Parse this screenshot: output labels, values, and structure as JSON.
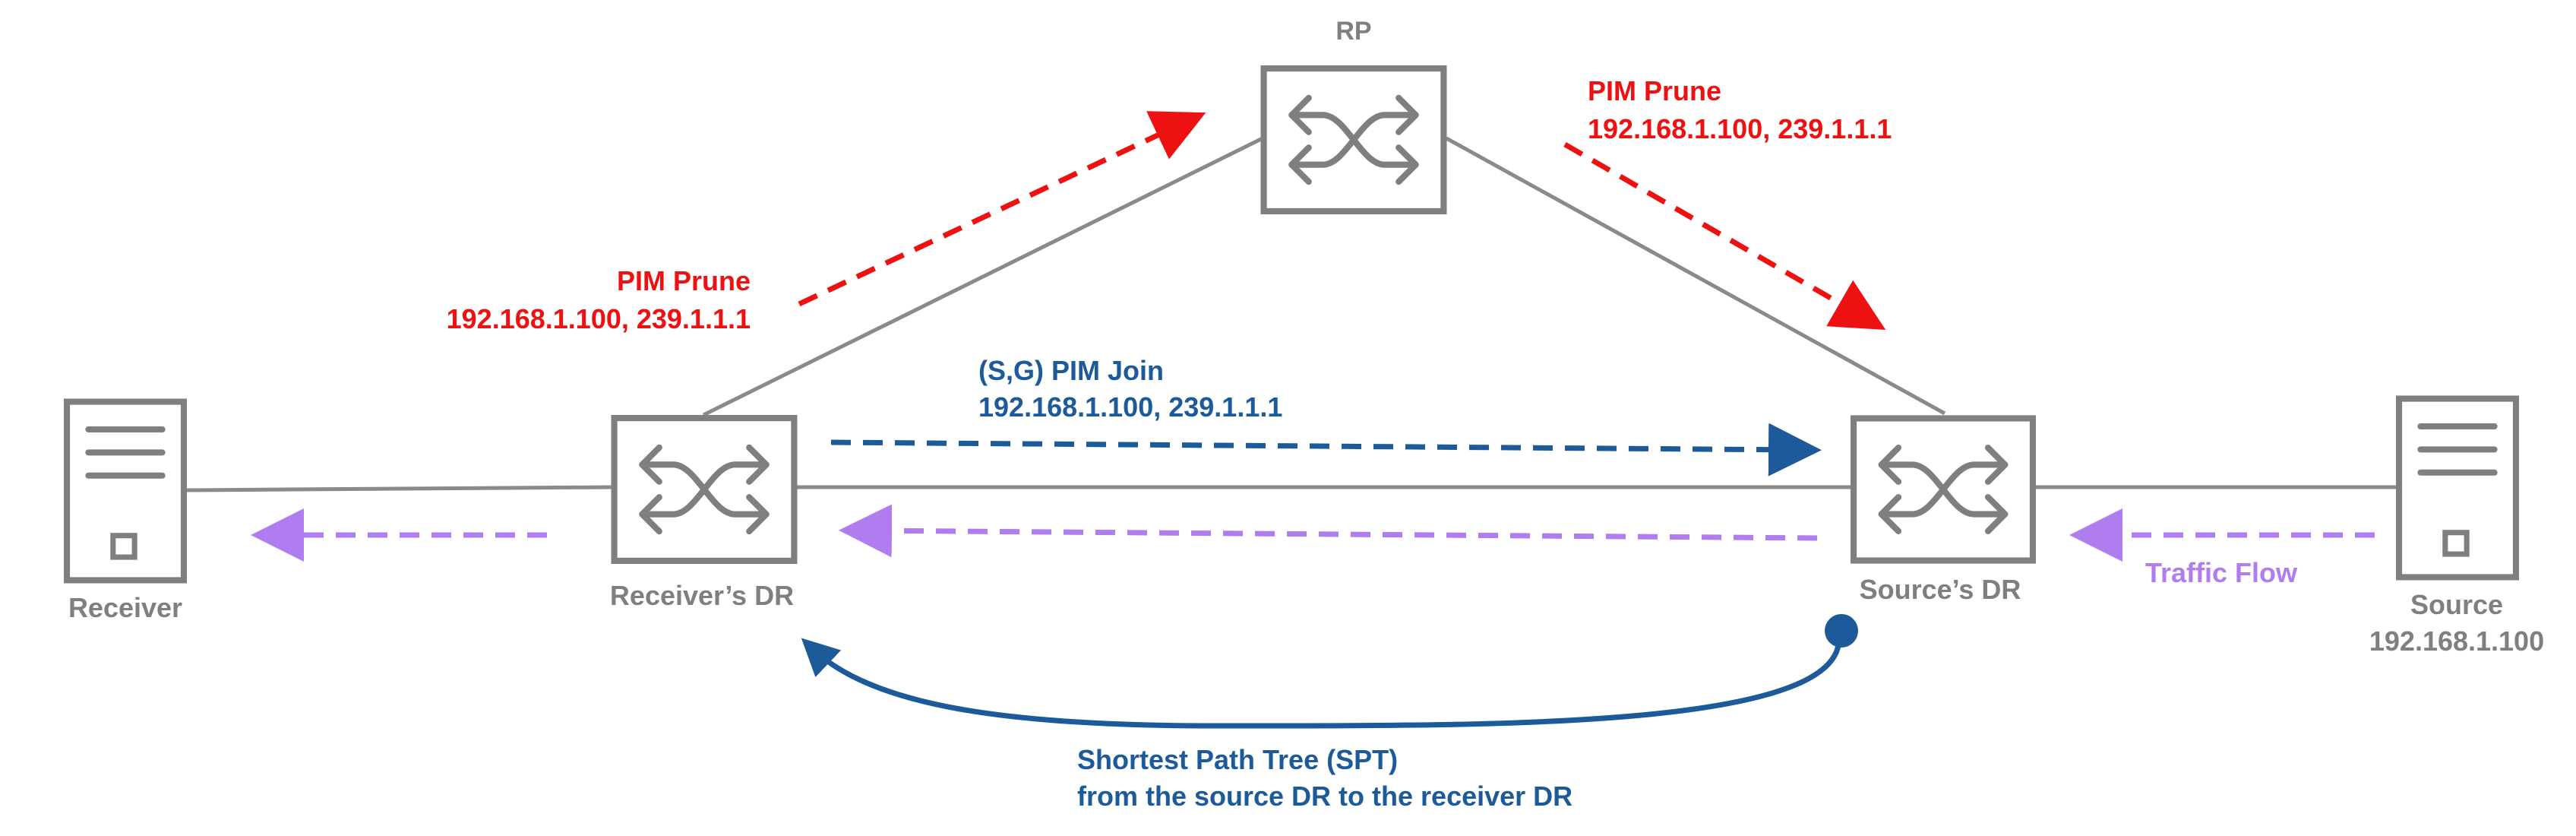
{
  "nodes": {
    "rp": {
      "label": "RP"
    },
    "receiver_dr": {
      "label": "Receiver’s DR"
    },
    "source_dr": {
      "label": "Source’s DR"
    },
    "receiver": {
      "label": "Receiver"
    },
    "source": {
      "label": "Source",
      "address": "192.168.1.100"
    }
  },
  "annotations": {
    "prune_left": {
      "title": "PIM Prune",
      "detail": "192.168.1.100, 239.1.1.1"
    },
    "prune_right": {
      "title": "PIM Prune",
      "detail": "192.168.1.100, 239.1.1.1"
    },
    "join": {
      "title": "(S,G) PIM Join",
      "detail": "192.168.1.100, 239.1.1.1"
    },
    "traffic": {
      "label": "Traffic Flow"
    },
    "spt": {
      "line1": "Shortest Path Tree (SPT)",
      "line2": "from the source DR to the receiver DR"
    }
  },
  "colors": {
    "device": "#7f7f7f",
    "prune": "#ee1111",
    "join": "#1c5a99",
    "traffic": "#b07df0"
  },
  "icons": {
    "router": "switch-cross-arrows-icon",
    "host": "server-tower-icon"
  }
}
